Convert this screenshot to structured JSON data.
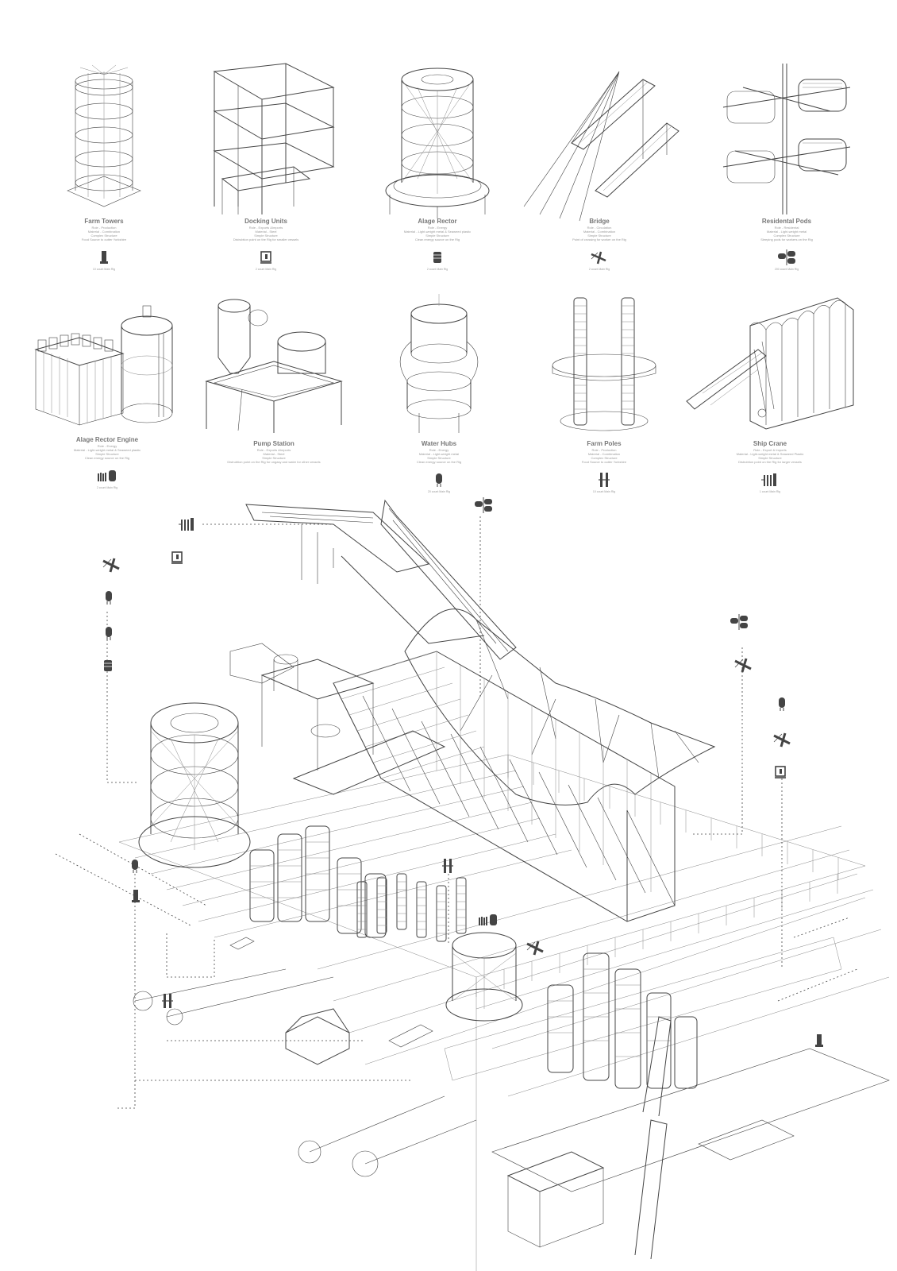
{
  "components": [
    {
      "key": "farm-towers",
      "title": "Farm Towers",
      "lines": [
        "Role - Production",
        "Material - Combination",
        "Complex Structure",
        "Food Source to outter Yorkshire"
      ],
      "count": "10 count Main Rig",
      "icon": "farm-tower-icon"
    },
    {
      "key": "docking-units",
      "title": "Docking Units",
      "lines": [
        "Role - Exports &Imports",
        "Material - Steel",
        "Simple Structure",
        "Distrubtion point on the Rig for smaller vessels"
      ],
      "count": "2 count Main Rig",
      "icon": "docking-unit-icon"
    },
    {
      "key": "alage-rector",
      "title": "Alage Rector",
      "lines": [
        "Role - Energy",
        "Material - Light-weight metal & Seaweed plastic",
        "Simple Structure",
        "Clean energy source on the Rig"
      ],
      "count": "2 count Main Rig",
      "icon": "algae-reactor-icon"
    },
    {
      "key": "bridge",
      "title": "Bridge",
      "lines": [
        "Role - Circulation",
        "Material - Combination",
        "Simple Structure",
        "Point of crossing for worker on the Rig"
      ],
      "count": "2 count Main Rig",
      "icon": "bridge-icon"
    },
    {
      "key": "residental-pods",
      "title": "Residental Pods",
      "lines": [
        "Role - Residental",
        "Material - Light-weight metal",
        "Complex Structure",
        "Sleeping pods for workers on the Rig"
      ],
      "count": "200 count Main Rig",
      "icon": "residential-pod-icon"
    },
    {
      "key": "alage-rector-engine",
      "title": "Alage Rector Engine",
      "lines": [
        "Role - Energy",
        "Material - Light-weight metal & Seaweed plastic",
        "Simple Structure",
        "Clean energy source on the Rig"
      ],
      "count": "2 count Main Rig",
      "icon": "algae-engine-icon"
    },
    {
      "key": "pump-station",
      "title": "Pump Station",
      "lines": [
        "Role - Exports &Imports",
        "Material - Steel",
        "Simple Structure",
        "Distrubtion point on the Rig for ungasy and water for other vessels"
      ],
      "count": "",
      "icon": "pump-station-icon"
    },
    {
      "key": "water-hubs",
      "title": "Water Hubs",
      "lines": [
        "Role - Energy",
        "Material - Light-weight metal",
        "Simple Structure",
        "Clean energy source on the Rig"
      ],
      "count": "20 count Main Rig",
      "icon": "water-hub-icon"
    },
    {
      "key": "farm-poles",
      "title": "Farm Poles",
      "lines": [
        "Role - Production",
        "Material - Combination",
        "Complex Structure",
        "Food Source to outter Yorkshire"
      ],
      "count": "10 count Main Rig",
      "icon": "farm-pole-icon"
    },
    {
      "key": "ship-crane",
      "title": "Ship Crane",
      "lines": [
        "Role - Export & Imports",
        "Material - Light-weight metal & Seaweed Plastic",
        "Simple Structure",
        "Distrubtion point on the Rig for larger vessels"
      ],
      "count": "1 count Main Rig",
      "icon": "ship-crane-icon"
    }
  ],
  "colors": {
    "ink": "#444444",
    "label": "#777777",
    "caption": "#999999",
    "paper": "#ffffff"
  }
}
